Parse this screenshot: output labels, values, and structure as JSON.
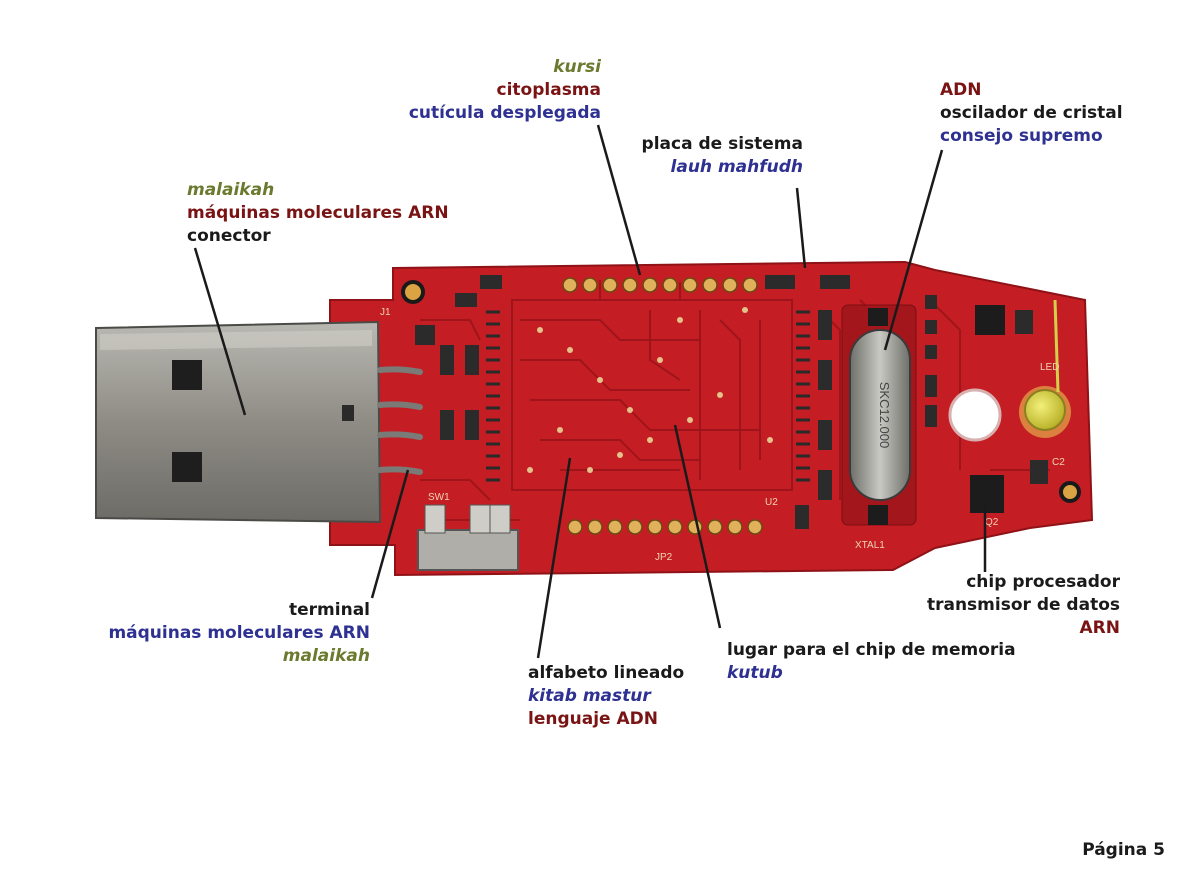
{
  "labels": {
    "kursi_group": {
      "kursi": "kursi",
      "citoplasma": "citoplasma",
      "cuticula": "cutícula desplegada"
    },
    "placa_group": {
      "placa": "placa de sistema",
      "lauh": "lauh mahfudh"
    },
    "adn_group": {
      "adn": "ADN",
      "oscilador": "oscilador de cristal",
      "consejo": "consejo supremo"
    },
    "connector_group": {
      "malaikah": "malaikah",
      "maquinas": "máquinas moleculares ARN",
      "conector": "conector"
    },
    "terminal_group": {
      "terminal": "terminal",
      "maquinas": "máquinas moleculares ARN",
      "malaikah": "malaikah"
    },
    "alfabeto_group": {
      "alfabeto": "alfabeto lineado",
      "kitab": "kitab mastur",
      "lenguaje": "lenguaje ADN"
    },
    "memoria_group": {
      "lugar": "lugar para el chip de memoria",
      "kutub": "kutub"
    },
    "chip_group": {
      "chip": "chip procesador",
      "transmisor": "transmisor de datos",
      "arn": "ARN"
    }
  },
  "board": {
    "silkscreen": {
      "j1": "J1",
      "sw1": "SW1",
      "jp2": "JP2",
      "u2": "U2",
      "xtal": "XTAL1",
      "crystal": "SKC12.000",
      "led": "LED",
      "q2": "Q2",
      "c2": "C2"
    }
  },
  "footer": {
    "page": "Página 5"
  },
  "colors": {
    "pcb": "#c41e24",
    "trace": "#a3161b",
    "gold": "#d9a441",
    "metal": "#8c8c88",
    "text_green": "#6b7a2e",
    "text_red": "#7a1414",
    "text_blue": "#2e3191"
  }
}
